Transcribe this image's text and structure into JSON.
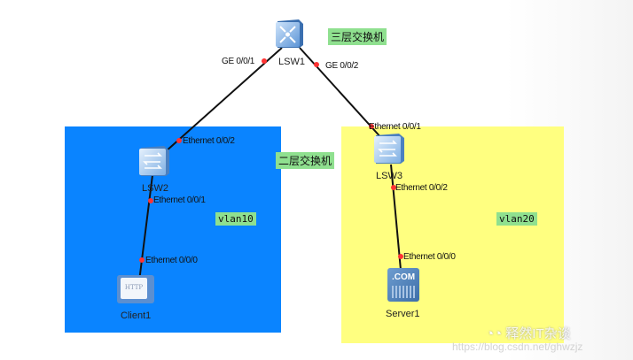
{
  "areas": {
    "vlan10": {
      "label": "vlan10",
      "color": "#0a84ff"
    },
    "vlan20": {
      "label": "vlan20",
      "color": "#ffff80"
    }
  },
  "annotations": {
    "l3": "三层交换机",
    "l2": "二层交换机"
  },
  "nodes": {
    "lsw1": {
      "name": "LSW1",
      "type": "l3-switch"
    },
    "lsw2": {
      "name": "LSW2",
      "type": "l2-switch"
    },
    "lsw3": {
      "name": "LSW3",
      "type": "l2-switch"
    },
    "client1": {
      "name": "Client1",
      "type": "client",
      "icon_text": "HTTP"
    },
    "server1": {
      "name": "Server1",
      "type": "server",
      "icon_text": ".COM"
    }
  },
  "ports": {
    "lsw1_ge1": "GE 0/0/1",
    "lsw1_ge2": "GE 0/0/2",
    "lsw2_e2": "Ethernet 0/0/2",
    "lsw2_e1": "Ethernet 0/0/1",
    "client1_e0": "Ethernet 0/0/0",
    "lsw3_e1": "Ethernet 0/0/1",
    "lsw3_e2": "Ethernet 0/0/2",
    "server1_e0": "Ethernet 0/0/0"
  },
  "watermark": {
    "title": "释然IT杂谈",
    "url": "https://blog.csdn.net/ghwzjz"
  }
}
